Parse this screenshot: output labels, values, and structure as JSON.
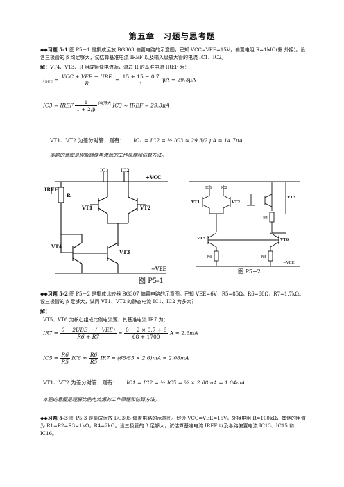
{
  "title": "第五章　习题与思考题",
  "p51": {
    "head": "◆◆习题 5-1",
    "text1": "图 P5－1 是集成运放 BG303 偏置电路的示意图，已知 V",
    "text2": "CC=VEE=15V，偏置电阻 R=1MΩ(需",
    "text3": "外接)。设各三极管的 β 均足够大，试估算基准电流 IREF 以及输入级放大管的电流 IC1、IC2。",
    "sol": "解：",
    "sol_text": "VT4、VT3、R 组成镜像电流源，流过 R 的基准电流 IREF 为：",
    "eq1_lhs": "I",
    "eq1_sub": "REF",
    "eq1_num": "VCC + VEE − UBE",
    "eq1_den": "R",
    "eq1_num2": "15 + 15 − 0.7",
    "eq1_den2": "1",
    "eq1_res": "μA = 29.3μA",
    "eq2_text": "IC3 = IREF",
    "eq2_frac_num": "1",
    "eq2_frac_den": "1 + 2/β",
    "eq2_arrow": "β足够大",
    "eq2_res": "IC3 ≈ IREF = 29.3μA",
    "eq3_pre": "VT1、VT2 为差分对管，则有：",
    "eq3_text": "IC1 = IC2 = ½ IC3 ≈ 29.3/2 μA ≈ 14.7μA",
    "note": "本题的意图是理解镜像电流源的工作原理和估算方法。"
  },
  "fig1": {
    "caption": "图 P5-1",
    "labels": {
      "iref": "IREF",
      "r": "R",
      "ic1": "IC1",
      "ic2": "IC2",
      "vcc": "+VCC",
      "vt1": "VT1",
      "vt2": "VT2",
      "vt4": "VT4",
      "vt3": "VT3",
      "vee": "−VEE"
    }
  },
  "fig2": {
    "caption": "图 P5−2",
    "labels": {
      "ic1": "IC1",
      "ic2": "IC2",
      "vt1": "VT1",
      "vt2": "VT2",
      "vt3": "VT3",
      "r1": "R1",
      "vt5": "VT5",
      "vt6": "VT6",
      "r6": "R6",
      "r4": "R4",
      "vee": "−VEE"
    }
  },
  "p52": {
    "head": "◆◆习题 5-2",
    "text": "图 P5－2 是集成比较器 BG307 偏置电路的示意图。已知 VEE=6V，R5=85Ω，R6=68Ω，R7=1.7kΩ。设三极管的 β 足够大，试问 VT1、VT2 的静态电流 IC1、IC2 为多大？",
    "sol": "解：",
    "sol_text": "VT5、VT6 为核心组成比例电流源，其基准电流 IR7 为：",
    "eq1_lhs": "IR7 =",
    "eq1_num": "0 − 2UBE − (−VEE)",
    "eq1_den": "R6 + R7",
    "eq1_num2": "0 − 2 × 0.7 + 6",
    "eq1_den2": "68 + 1700",
    "eq1_res": "A ≈ 2.6mA",
    "eq2_lhs": "IC5 =",
    "eq2_f1n": "R6",
    "eq2_f1d": "R5",
    "eq2_mid": "IC6 ≈",
    "eq2_f2n": "R6",
    "eq2_f2d": "R5",
    "eq2_res": "IR7 = (68/85 × 2.6)mA = 2.08mA",
    "eq3_pre": "VT1、VT2 为差分对管，则有：",
    "eq3_text": "IC1 = IC2 = ½ IC5 = ½ × 2.08mA = 1.04mA",
    "note": "本题的意图是理解比例电流源的工作原理和估算方法。"
  },
  "p53": {
    "head": "◆◆习题 5-3",
    "text": "图 P5-3 是集成运放 BG305 偏置电路的示意图。假设 VCC=VEE=15V，外接电阻 R=100kΩ，其他的阻值为 R1=R2=R3=1kΩ，R4=2kΩ。设三极管的 β 足够大，试估算基准电流 IREF 以及各路偏置电流 IC13、IC15 和 IC16。"
  }
}
